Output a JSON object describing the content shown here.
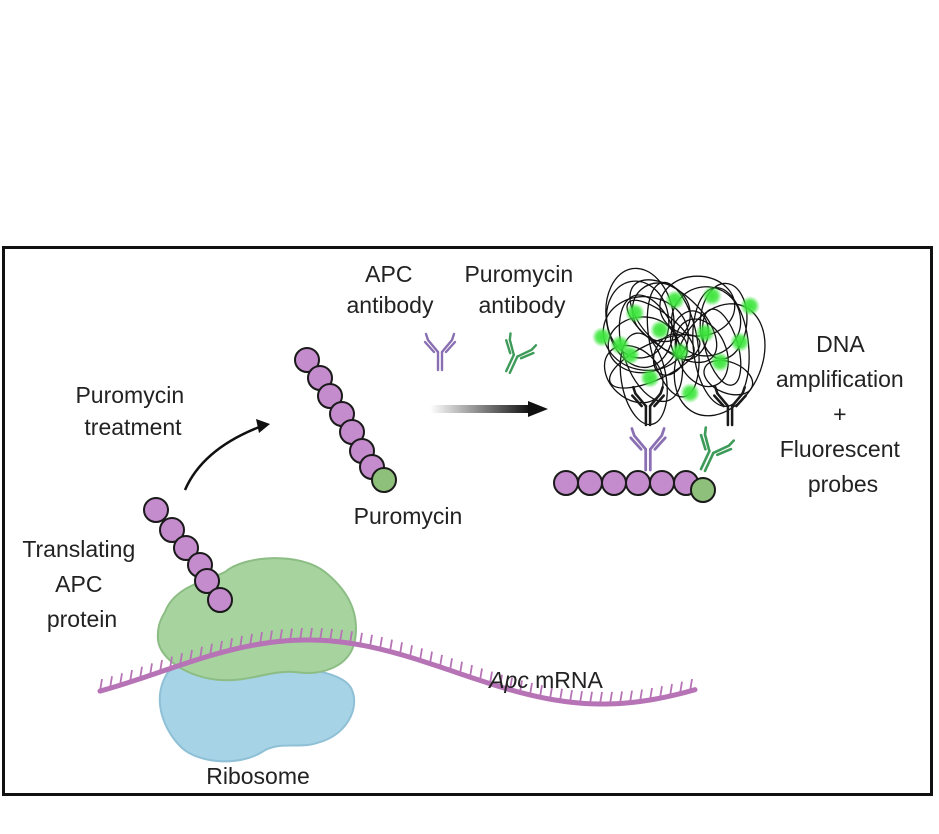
{
  "labels": {
    "apc_antibody": [
      "APC",
      "antibody"
    ],
    "puromycin_antibody": [
      "Puromycin",
      "antibody"
    ],
    "puromycin_treatment": [
      "Puromycin",
      "treatment"
    ],
    "dna_amplification": [
      "DNA",
      "amplification",
      "+",
      "Fluorescent",
      "probes"
    ],
    "translating_apc": [
      "Translating",
      "APC",
      "protein"
    ],
    "puromycin": "Puromycin",
    "apc_mrna_italic": "Apc",
    "apc_mrna_rest": " mRNA",
    "ribosome": "Ribosome"
  },
  "colors": {
    "bead": "#c48ccc",
    "puromycin_bead": "#8ec07c",
    "ribosome_large": "#a7d39f",
    "ribosome_small": "#a6d3e6",
    "mrna": "#b673b5",
    "apc_antibody": "#8a6fb3",
    "puromycin_antibody": "#3e9b5a",
    "secondary_antibody": "#1a1a1a",
    "fluor": "#3ce63c"
  },
  "icons": [
    "curved-arrow-icon",
    "right-arrow-icon",
    "dna-ball-icon",
    "antibody-icon"
  ]
}
